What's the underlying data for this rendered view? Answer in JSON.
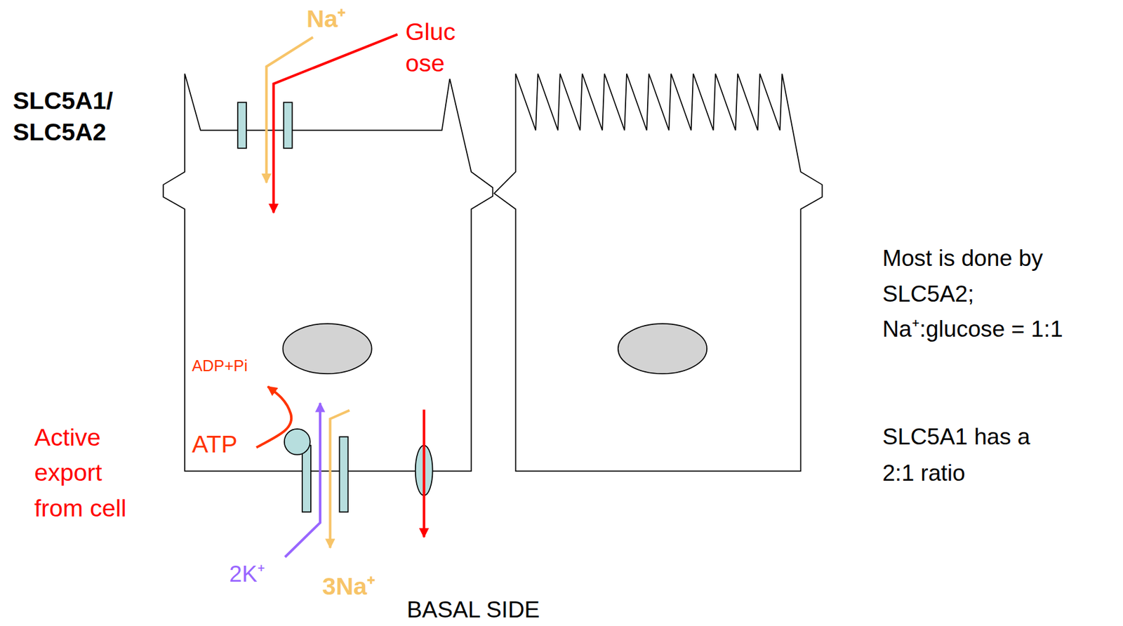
{
  "diagram": {
    "labels": [
      "Na⁺",
      "Gluc ose",
      "SLC5A1/ SLC5A2",
      "Most is done by SLC5A2; Na⁺:glucose = 1:1",
      "SLC5A1 has a 2:1 ratio",
      "ADP+Pi",
      "ATP",
      "Active export from cell",
      "2K⁺",
      "3Na⁺",
      "BASAL SIDE"
    ]
  }
}
